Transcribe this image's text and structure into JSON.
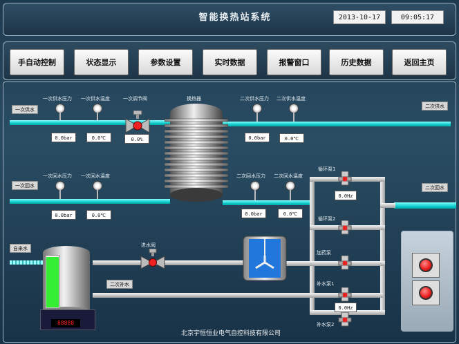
{
  "header": {
    "title": "智能换热站系统",
    "date": "2013-10-17",
    "time": "09:05:17"
  },
  "nav": [
    "手自动控制",
    "状态显示",
    "参数设置",
    "实时数据",
    "报警窗口",
    "历史数据",
    "返回主页"
  ],
  "pipes": {
    "primary_supply": "一次供水",
    "primary_return": "一次回水",
    "secondary_supply": "二次供水",
    "secondary_return": "二次回水",
    "tap_water": "自来水",
    "secondary_makeup": "二次补水"
  },
  "sensors": {
    "p1_supply_pressure": {
      "label": "一次供水压力",
      "value": "0.0bar"
    },
    "p1_supply_temp": {
      "label": "一次供水温度",
      "value": "0.0℃"
    },
    "p1_valve": {
      "label": "一次调节阀",
      "value": "0.0%"
    },
    "p1_return_pressure": {
      "label": "一次回水压力",
      "value": "0.0bar"
    },
    "p1_return_temp": {
      "label": "一次回水温度",
      "value": "0.0℃"
    },
    "p2_supply_pressure": {
      "label": "二次供水压力",
      "value": "0.0bar"
    },
    "p2_supply_temp": {
      "label": "二次供水温度",
      "value": "0.0℃"
    },
    "p2_return_pressure": {
      "label": "二次回水压力",
      "value": "0.0bar"
    },
    "p2_return_temp": {
      "label": "二次回水温度",
      "value": "0.0℃"
    }
  },
  "equipment": {
    "heat_exchanger": "换热器",
    "inlet_valve": "进水阀",
    "circ_pump_1": "循环泵1",
    "circ_pump_2": "循环泵2",
    "circ_freq": "0.0Hz",
    "dosing_pump": "加药泵",
    "makeup_pump_1": "补水泵1",
    "makeup_pump_2": "补水泵2",
    "makeup_freq": "0.0Hz",
    "tank_display": "88888"
  },
  "footer": {
    "company": "北京宇恒恒业电气自控科技有限公司"
  },
  "colors": {
    "pipe_water": "#22cccc",
    "tank_level": "#33ee33",
    "alarm": "#ee2222"
  }
}
